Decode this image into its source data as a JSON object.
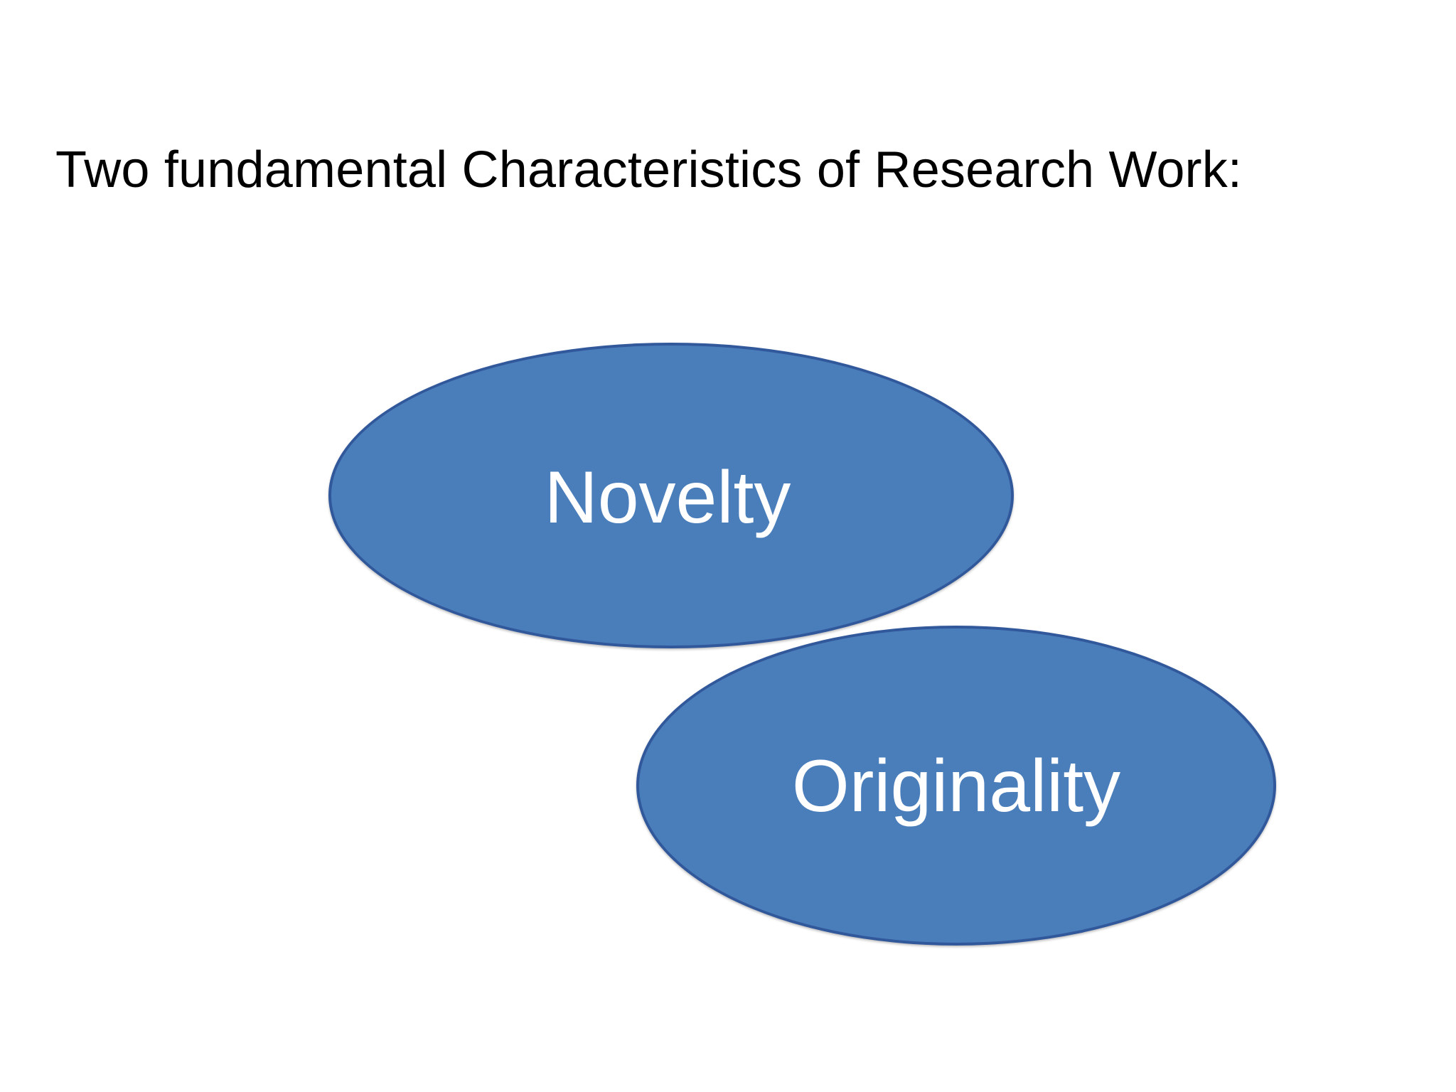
{
  "slide": {
    "title": "Two fundamental Characteristics of Research Work:",
    "background_color": "#FFFFFF",
    "title_color": "#000000"
  },
  "diagram": {
    "type": "two overlapping ellipses",
    "shape_fill_color": "#4A7EBB",
    "shape_border_color": "#31589B",
    "shape_text_color": "#FFFFFF",
    "shapes": [
      {
        "id": "novelty",
        "label": "Novelty",
        "shape": "ellipse"
      },
      {
        "id": "originality",
        "label": "Originality",
        "shape": "ellipse"
      }
    ]
  }
}
